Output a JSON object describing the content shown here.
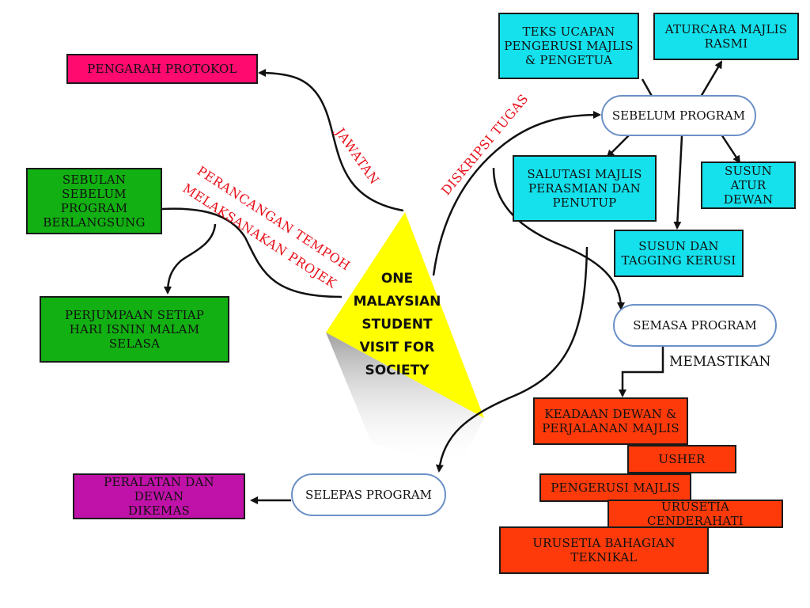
{
  "center": {
    "title": "ONE\nMALAYSIAN\nSTUDENT\nVISIT FOR\nSOCIETY",
    "color": "#ffff00"
  },
  "labels": {
    "jawatan": "JAWATAN",
    "perancangan_line1": "PERANCANGAN TEMPOH",
    "perancangan_line2": "MELAKSANAKAN PROJEK",
    "diskripsi": "DISKRIPSI TUGAS",
    "memastikan": "MEMASTIKAN"
  },
  "left_boxes": {
    "pengarah_protokol": "PENGARAH PROTOKOL",
    "sebulan": "SEBULAN SEBELUM\nPROGRAM\nBERLANGSUNG",
    "perjumpaan": "PERJUMPAAN SETIAP\nHARI ISNIN MALAM\nSELASA",
    "peralatan": "PERALATAN DAN DEWAN\nDIKEMAS"
  },
  "phases": {
    "sebelum": "SEBELUM PROGRAM",
    "semasa": "SEMASA PROGRAM",
    "selepas": "SELEPAS PROGRAM"
  },
  "sebelum_tasks": {
    "teks_ucapan": "TEKS UCAPAN\nPENGERUSI MAJLIS\n& PENGETUA",
    "aturcara": "ATURCARA MAJLIS\nRASMI",
    "salutasi": "SALUTASI MAJLIS\nPERASMIAN DAN\nPENUTUP",
    "susun_atur": "SUSUN ATUR\nDEWAN",
    "susun_tagging": "SUSUN DAN\nTAGGING KERUSI"
  },
  "semasa_tasks": {
    "keadaan": "KEADAAN DEWAN &\nPERJALANAN MAJLIS",
    "usher": "USHER",
    "pengerusi": "PENGERUSI MAJLIS",
    "urusetia_cenderahati": "URUSETIA CENDERAHATI",
    "urusetia_teknikal": "URUSETIA BAHAGIAN\nTEKNIKAL"
  },
  "colors": {
    "pink": "#ff0a6e",
    "green": "#12b012",
    "purple": "#c012a8",
    "cyan": "#14e1ec",
    "red": "#ff3a0a",
    "oval_border": "#6b90c7",
    "label_red": "#e8101a"
  }
}
